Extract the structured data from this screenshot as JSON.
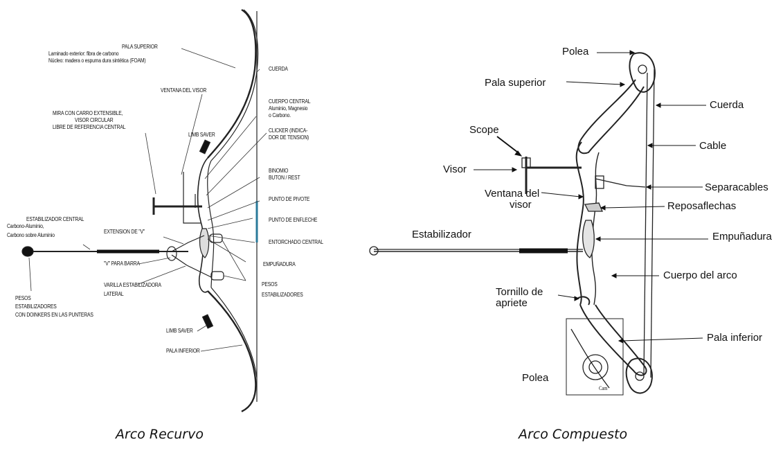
{
  "recurve": {
    "caption": "Arco Recurvo",
    "labels": {
      "pala_superior": "PALA SUPERIOR",
      "pala_superior_laminado": "Laminado exterior: fibra de carbono",
      "pala_superior_nucleo": "Núcleo: madera o espuma dura sintética (FOAM)",
      "cuerda": "CUERDA",
      "ventana_visor": "VENTANA DEL VISOR",
      "cuerpo_central_1": "CUERPO CENTRAL",
      "cuerpo_central_2": "Aluminio, Magnesio",
      "cuerpo_central_3": "o Carbono.",
      "mira_1": "MIRA CON CARRO EXTENSIBLE,",
      "mira_2": "VISOR CIRCULAR",
      "mira_3": "LIBRE DE REFERENCIA CENTRAL",
      "limb_saver_top": "LIMB SAVER",
      "clicker_1": "CLICKER (INDICA-",
      "clicker_2": "DOR DE TENSION)",
      "binomio_1": "BINOMIO",
      "binomio_2": "BUTON / REST",
      "punto_pivote": "PUNTO DE PIVOTE",
      "punto_enfleche": "PUNTO DE ENFLECHE",
      "entorchado": "ENTORCHADO CENTRAL",
      "estab_central_1": "ESTABILIZADOR CENTRAL",
      "estab_central_2": "Carbono-Aluminio,",
      "estab_central_3": "Carbono sobre Aluminio",
      "extension_v": "EXTENSION DE \"V\"",
      "v_para_barra": "\"V\" PARA BARRA",
      "empunadura": "EMPUÑADURA",
      "varilla_1": "VARILLA ESTABILIZADORA",
      "varilla_2": "LATERAL",
      "pesos_estab_1": "PESOS",
      "pesos_estab_2": "ESTABILIZADORES",
      "pesos_doinkers_1": "PESOS",
      "pesos_doinkers_2": "ESTABILIZADORES",
      "pesos_doinkers_3": "CON DOINKERS EN LAS PUNTERAS",
      "limb_saver_bottom": "LIMB SAVER",
      "pala_inferior": "PALA INFERIOR"
    }
  },
  "compound": {
    "caption": "Arco Compuesto",
    "labels": {
      "polea_top": "Polea",
      "pala_superior": "Pala superior",
      "cuerda": "Cuerda",
      "scope": "Scope",
      "cable": "Cable",
      "visor": "Visor",
      "separacables": "Separacables",
      "ventana_1": "Ventana del",
      "ventana_2": "visor",
      "reposaflechas": "Reposaflechas",
      "estabilizador": "Estabilizador",
      "empunadura": "Empuñadura",
      "cuerpo": "Cuerpo del arco",
      "tornillo_1": "Tornillo de",
      "tornillo_2": "apriete",
      "pala_inferior": "Pala inferior",
      "polea_bottom": "Polea",
      "cam": "Cam"
    }
  }
}
